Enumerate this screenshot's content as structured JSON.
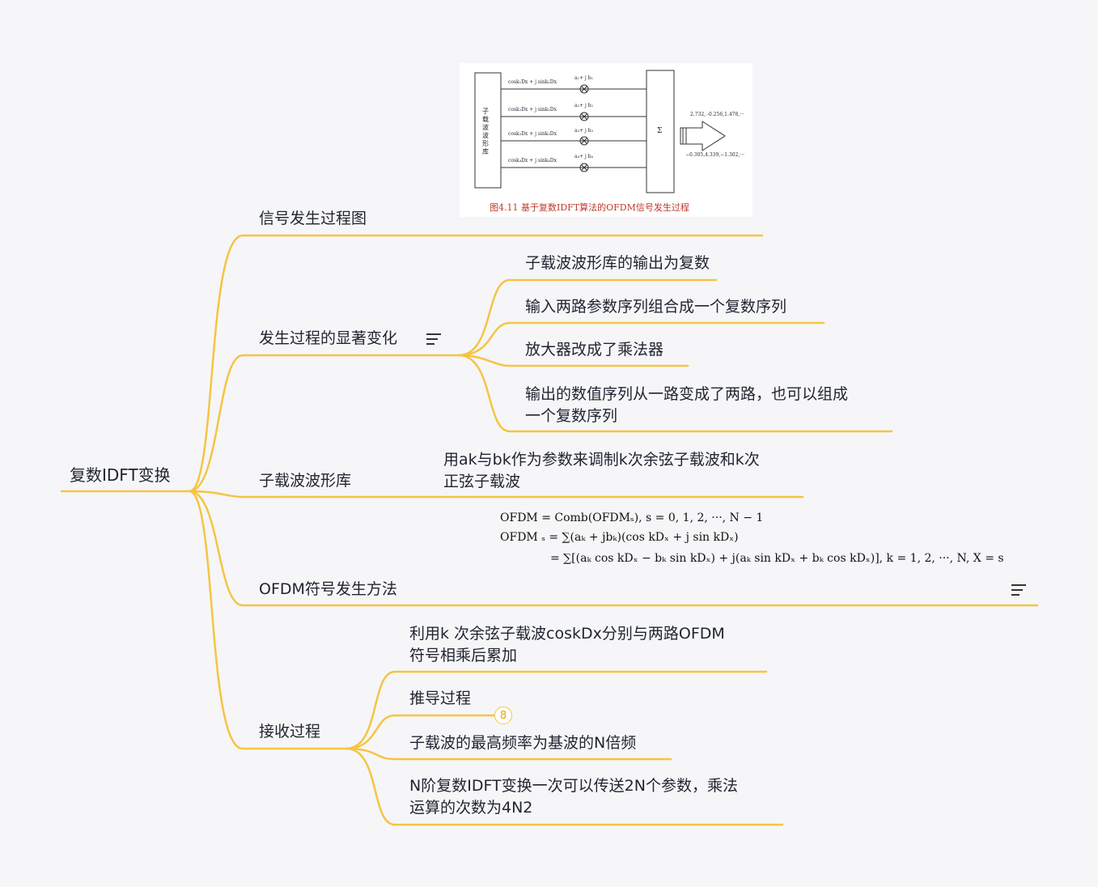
{
  "root": {
    "label": "复数IDFT变换"
  },
  "branches": {
    "signal_diagram": {
      "label": "信号发生过程图"
    },
    "changes": {
      "label": "发生过程的显著变化",
      "children": [
        "子载波波形库的输出为复数",
        "输入两路参数序列组合成一个复数序列",
        "放大器改成了乘法器",
        "输出的数值序列从一路变成了两路，也可以组成",
        "一个复数序列"
      ]
    },
    "subcarrier": {
      "label": "子载波波形库",
      "child_line1": "用ak与bk作为参数来调制k次余弦子载波和k次",
      "child_line2": "正弦子载波"
    },
    "ofdm": {
      "label": "OFDM符号发生方法"
    },
    "receive": {
      "label": "接收过程",
      "c1_line1": "利用k 次余弦子载波coskDx分别与两路OFDM",
      "c1_line2": "符号相乘后累加",
      "c2": "推导过程",
      "c2_badge": "8",
      "c3": "子载波的最高频率为基波的N倍频",
      "c4_line1": "N阶复数IDFT变换一次可以传送2N个参数，乘法",
      "c4_line2": "运算的次数为4N2"
    }
  },
  "figure": {
    "bank_label": "子载波波形库",
    "rows": [
      {
        "carrier": "cosk₁Dx + j sink₁Dx",
        "coef": "a₁+ j b₁"
      },
      {
        "carrier": "cosk₂Dx + j sink₂Dx",
        "coef": "a₂+ j b₂"
      },
      {
        "carrier": "cosk₃Dx + j sink₃Dx",
        "coef": "a₃+ j b₃"
      },
      {
        "carrier": "cosk₄Dx + j sink₄Dx",
        "coef": "a₄+ j b₄"
      }
    ],
    "sum_symbol": "Σ",
    "out_top": "2.732, -0.256,1.478,···",
    "out_bottom": "−0.305,4.339,−1.302,···",
    "caption": "图4.11 基于复数IDFT算法的OFDM信号发生过程"
  },
  "formula": {
    "line1": "OFDM  = Comb(OFDMₛ), s = 0, 1, 2, ···, N − 1",
    "line2": "OFDM ₛ = ∑(aₖ + jbₖ)(cos kDₓ + j sin kDₓ)",
    "line3": "= ∑[(aₖ cos kDₓ − bₖ sin kDₓ) + j(aₖ sin kDₓ + bₖ cos kDₓ)], k = 1, 2, ···, N, X = s"
  },
  "colors": {
    "branch": "#f5c443",
    "text": "#1f2430",
    "caption": "#c0392b"
  }
}
